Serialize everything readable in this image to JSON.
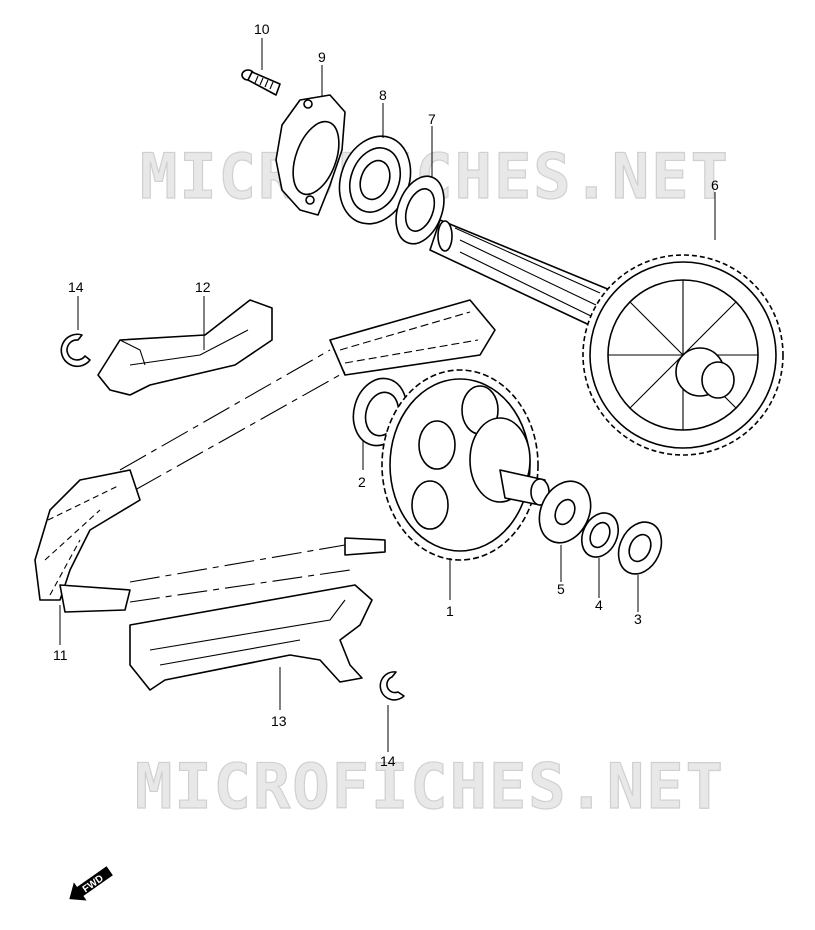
{
  "watermark": {
    "top": "MICROFICHES.NET",
    "bottom": "MICROFICHES.NET"
  },
  "direction_arrow": {
    "label": "FWD",
    "icon": "fwd-arrow-icon"
  },
  "callouts": [
    {
      "id": "1",
      "part": "rear-sprocket-with-pinion"
    },
    {
      "id": "2",
      "part": "bearing-small"
    },
    {
      "id": "3",
      "part": "washer-outer"
    },
    {
      "id": "4",
      "part": "washer-middle"
    },
    {
      "id": "5",
      "part": "washer-inner"
    },
    {
      "id": "6",
      "part": "gear-shaft"
    },
    {
      "id": "7",
      "part": "oil-seal"
    },
    {
      "id": "8",
      "part": "bearing-large"
    },
    {
      "id": "9",
      "part": "bearing-retainer-plate"
    },
    {
      "id": "10",
      "part": "screw"
    },
    {
      "id": "11",
      "part": "drive-chain"
    },
    {
      "id": "12",
      "part": "chain-guide-upper"
    },
    {
      "id": "13",
      "part": "chain-guide-lower"
    },
    {
      "id": "14",
      "part": "circlip"
    }
  ]
}
